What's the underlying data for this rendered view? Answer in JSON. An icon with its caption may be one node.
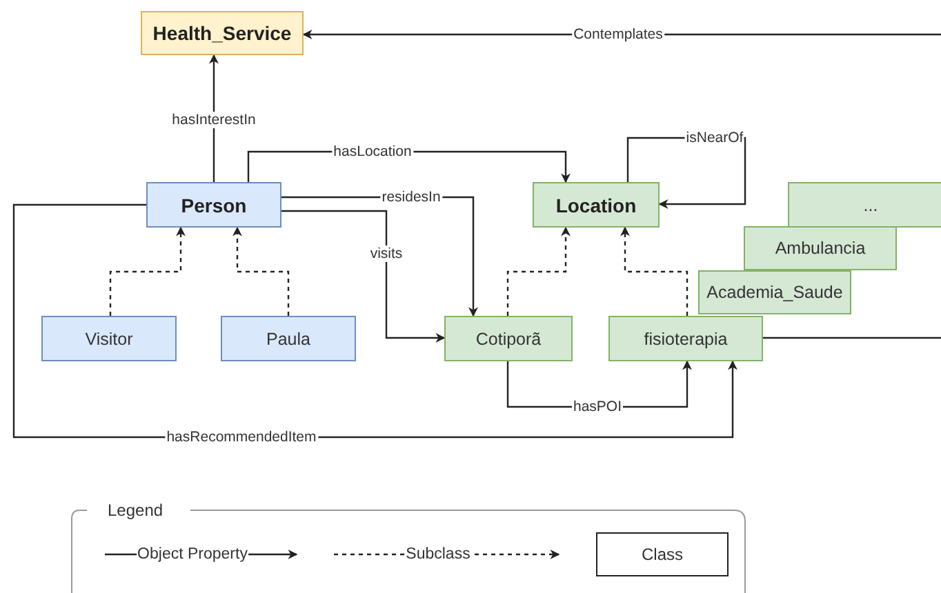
{
  "diagram": {
    "nodes": [
      {
        "text": [
          "Health_Service"
        ]
      },
      {
        "text": [
          "Person"
        ]
      },
      {
        "text": [
          "Location"
        ]
      },
      {
        "text": [
          "..."
        ]
      },
      {
        "text": [
          "Ambulancia"
        ]
      },
      {
        "text": [
          "Academia_Saude"
        ]
      },
      {
        "text": [
          "Visitor"
        ]
      },
      {
        "text": [
          "Paula"
        ]
      },
      {
        "text": [
          "Cotiporã"
        ]
      },
      {
        "text": [
          "fisioterapia"
        ]
      }
    ],
    "edges": [
      {
        "from": 1,
        "to": 0,
        "label": "hasInterestIn",
        "arrow": "to"
      },
      {
        "from": null,
        "to": 0,
        "label": "Contemplates",
        "arrow": "to"
      },
      {
        "from": 1,
        "to": 2,
        "label": "hasLocation",
        "arrow": "to"
      },
      {
        "from": 2,
        "to": 2,
        "label": "isNearOf",
        "arrow": "to"
      },
      {
        "from": 1,
        "to": 8,
        "label": "residesIn",
        "arrow": "to"
      },
      {
        "from": 1,
        "to": 8,
        "label": "visits",
        "arrow": "to"
      },
      {
        "from": 6,
        "to": 1,
        "arrow": "to",
        "style": "dashed"
      },
      {
        "from": 7,
        "to": 1,
        "arrow": "to",
        "style": "dashed"
      },
      {
        "from": 8,
        "to": 2,
        "arrow": "to",
        "style": "dashed"
      },
      {
        "from": 9,
        "to": 2,
        "arrow": "to",
        "style": "dashed"
      },
      {
        "from": 8,
        "to": 9,
        "label": "hasPOI",
        "arrow": "to"
      },
      {
        "from": 1,
        "to": 9,
        "label": "hasRecommendedItem",
        "arrow": "to"
      },
      {
        "from": 9,
        "to": null,
        "arrow": "none"
      }
    ],
    "labels": [
      "Legend"
    ],
    "legend": [
      {
        "text": "Object Property"
      },
      {
        "text": "Subclass"
      },
      {
        "text": "Class"
      }
    ]
  }
}
